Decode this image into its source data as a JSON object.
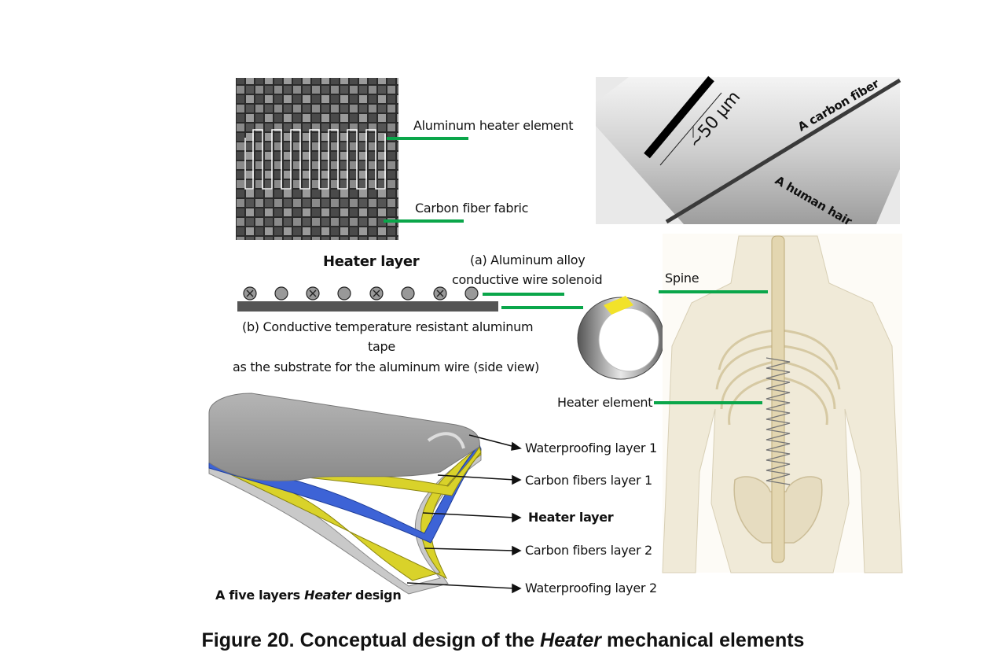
{
  "panel_fabric": {
    "label_heater_element": "Aluminum heater element",
    "label_fabric": "Carbon fiber fabric"
  },
  "panel_micro": {
    "scale": "~50 μm",
    "label_carbon_fiber": "A carbon fiber",
    "label_human_hair": "A human hair"
  },
  "panel_heater_layer": {
    "title": "Heater layer",
    "label_a_line1": "(a) Aluminum alloy",
    "label_a_line2": "conductive wire solenoid",
    "label_b_line1": "(b) Conductive temperature resistant aluminum",
    "label_b_line2": "tape",
    "label_b_line3": "as the substrate for the aluminum wire (side view)"
  },
  "panel_body": {
    "label_spine": "Spine",
    "label_heater_element": "Heater element"
  },
  "panel_layers": {
    "caption_prefix": "A five layers",
    "caption_italic": "Heater",
    "caption_suffix": "design",
    "layers": [
      "Waterproofing layer 1",
      "Carbon fibers layer 1",
      "Heater layer",
      "Carbon fibers layer 2",
      "Waterproofing layer 2"
    ]
  },
  "figure_caption": {
    "prefix": "Figure 20. Conceptual design of the",
    "italic": "Heater",
    "suffix": "mechanical elements"
  },
  "colors": {
    "leader_line": "#0aa64a",
    "heater_blue": "#3d63d6",
    "fiber_yellow": "#d9d22a",
    "tape_yellow": "#f2e22a"
  }
}
